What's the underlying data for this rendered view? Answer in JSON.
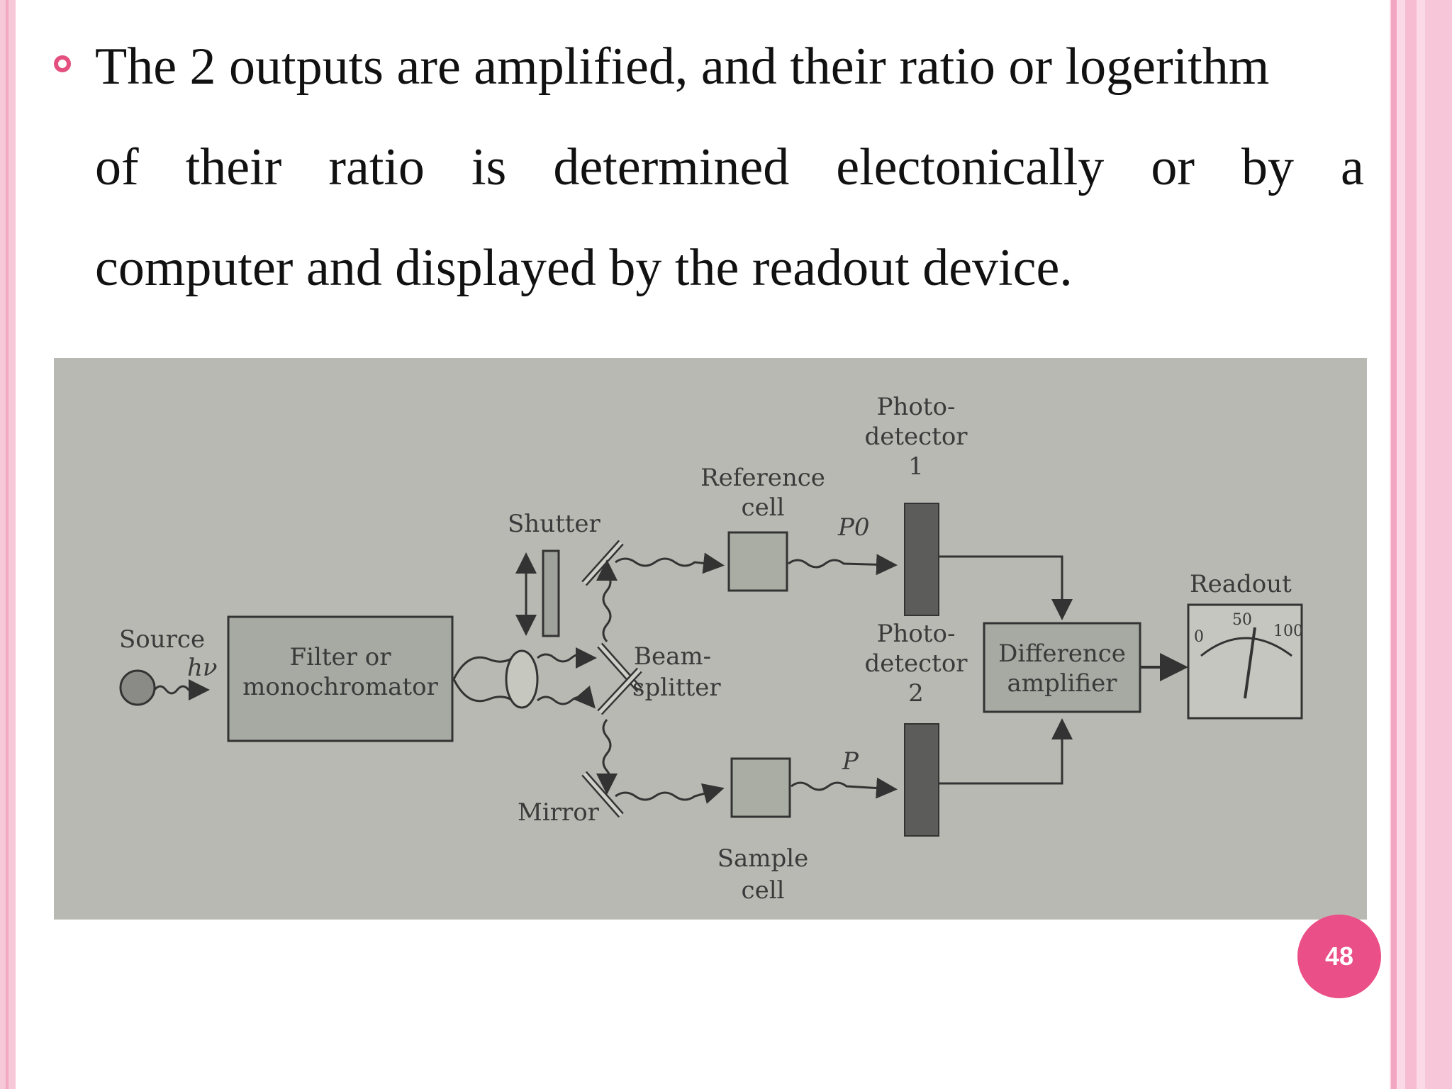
{
  "bullet_text": {
    "line1": "The 2 outputs are amplified, and their ratio or logerithm",
    "line2_words": [
      "of",
      "their",
      "ratio",
      "is",
      "determined",
      "electonically",
      "or",
      "by",
      "a"
    ],
    "line3": "computer and displayed by the readout device."
  },
  "diagram": {
    "source": "Source",
    "hv": "hν",
    "filter_line1": "Filter or",
    "filter_line2": "monochromator",
    "shutter": "Shutter",
    "mirror": "Mirror",
    "beam_line1": "Beam-",
    "beam_line2": "splitter",
    "reference_line1": "Reference",
    "reference_line2": "cell",
    "sample_line1": "Sample",
    "sample_line2": "cell",
    "p0": "P0",
    "p": "P",
    "pd1_line1": "Photo-",
    "pd1_line2": "detector",
    "pd1_line3": "1",
    "pd2_line1": "Photo-",
    "pd2_line2": "detector",
    "pd2_line3": "2",
    "diff_line1": "Difference",
    "diff_line2": "amplifier",
    "readout": "Readout",
    "scale_0": "0",
    "scale_50": "50",
    "scale_100": "100"
  },
  "page_number": "48"
}
